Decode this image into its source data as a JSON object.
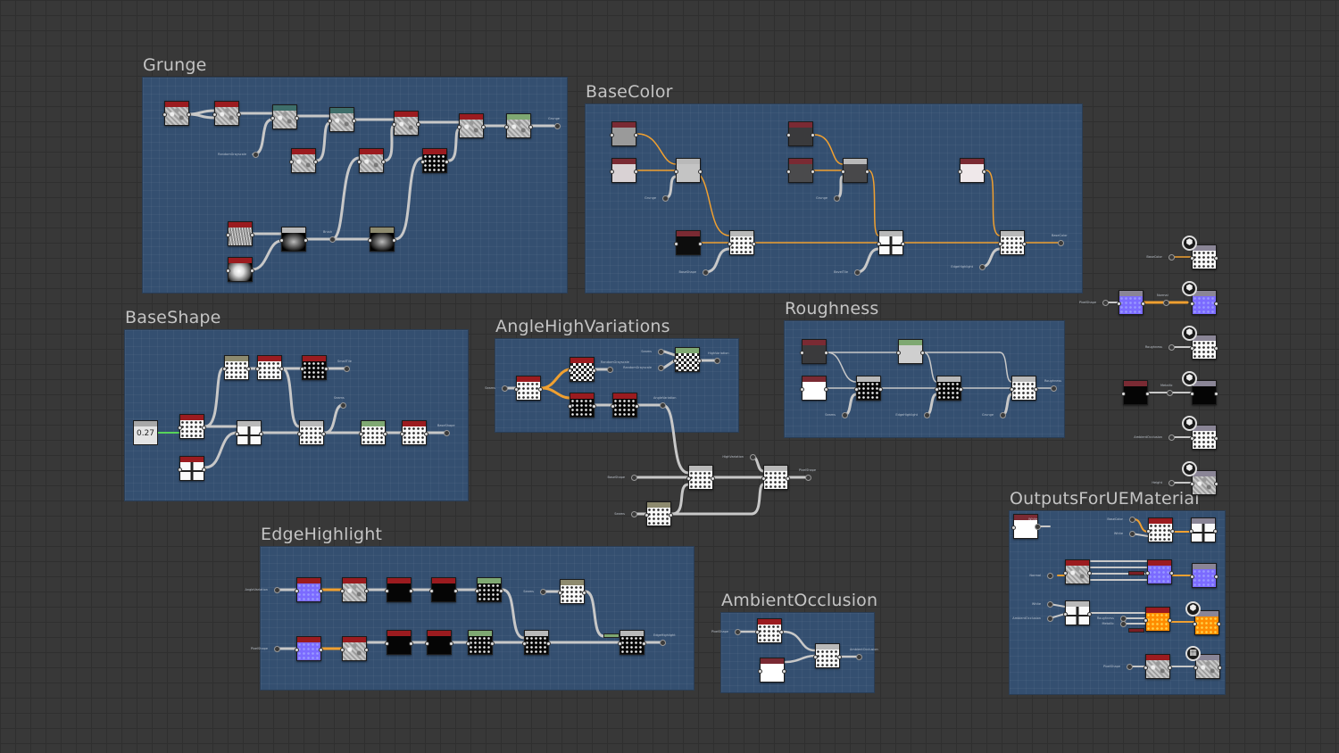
{
  "app": {
    "view": "Substance Designer graph view"
  },
  "frames": [
    {
      "id": "grunge",
      "title": "Grunge"
    },
    {
      "id": "basecolor",
      "title": "BaseColor"
    },
    {
      "id": "baseshape",
      "title": "BaseShape"
    },
    {
      "id": "anglehigh",
      "title": "AngleHighVariations"
    },
    {
      "id": "roughness",
      "title": "Roughness"
    },
    {
      "id": "edgehighlight",
      "title": "EdgeHighlight"
    },
    {
      "id": "ao",
      "title": "AmbientOcclusion"
    },
    {
      "id": "outputs",
      "title": "OutputsForUEMaterial"
    }
  ],
  "value_nodes": [
    {
      "id": "baseshape-value",
      "value": "0.27"
    }
  ],
  "pin_labels": {
    "grunge_in": "RandomGrayscale",
    "grunge_out": "Grunge",
    "grunge_brush": "Brush",
    "basecolor_grunge": "Grunge",
    "basecolor_grunge2": "Grunge",
    "basecolor_baseshape": "BaseShape",
    "basecolor_bevel": "BevelTile",
    "basecolor_edge": "EdgeHighlight",
    "basecolor_out": "BaseColor",
    "baseshape_small": "SmallTile",
    "baseshape_seams": "Seams",
    "baseshape_out": "BaseShape",
    "angle_seams_in": "Seams",
    "angle_rand1": "RandomGrayscale",
    "angle_seams2": "Seams",
    "angle_rand2": "RandomGrayscale",
    "angle_high": "HighVariation",
    "angle_var": "AngleVariation",
    "height_var": "HighVariation",
    "height_baseshape": "BaseShape",
    "height_seams": "Seams",
    "height_out": "PixelShape",
    "rough_seams": "Seams",
    "rough_edge": "EdgeHighlight",
    "rough_grunge": "Grunge",
    "rough_out": "Roughness",
    "edge_in1": "AngleVariation",
    "edge_in2": "PixelShape",
    "edge_seams": "Seams",
    "edge_out": "EdgeHighlight",
    "ao_in": "PixelShape",
    "ao_out": "AmbientOcclusion",
    "out_basecolor": "BaseColor",
    "out_normal_in": "PixelShape",
    "out_normal": "Normal",
    "out_roughness": "Roughness",
    "out_metallic": "Metallic",
    "out_ao": "AmbientOcclusion",
    "out_height_in": "PixelShape",
    "out_height": "Height",
    "ue_white": "White",
    "ue_basecolor": "BaseColor",
    "ue_white2": "White",
    "ue_normal": "Normal",
    "ue_white3": "White",
    "ue_ao": "AmbientOcclusion",
    "ue_rough": "Roughness",
    "ue_metal": "Metallic",
    "ue_pixelshape": "PixelShape"
  },
  "colors": {
    "frame_bg": "#344f70",
    "canvas_bg": "#383838",
    "header_red": "#9b1b1f",
    "header_teal": "#3e6e6a",
    "header_green": "#7fa872",
    "header_olive": "#8d8a6e",
    "header_gray": "#b9b9b9",
    "header_purple": "#8a8596",
    "wire_gray": "#c8c8c8",
    "wire_orange": "#f0a030",
    "wire_green": "#58d45a"
  }
}
